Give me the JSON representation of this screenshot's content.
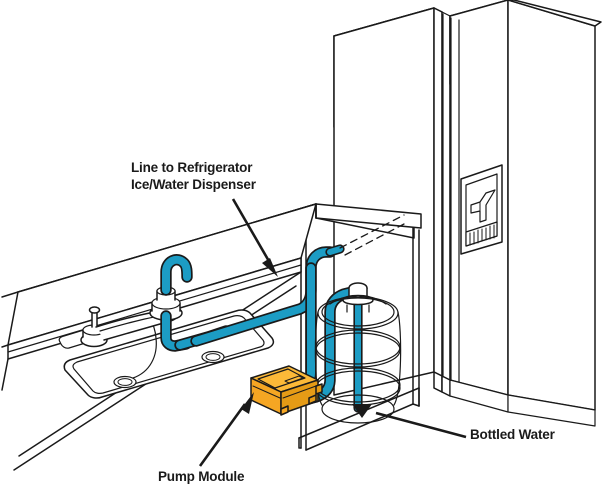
{
  "diagram": {
    "title": "Bottled water pump plumbing to refrigerator ice/water dispenser",
    "type": "isometric-line-art",
    "colors": {
      "outline": "#1a1a1a",
      "tubing_teal": "#1c9cc4",
      "tubing_teal_dark": "#15789a",
      "pump_orange": "#f5a623",
      "pump_orange_dark": "#d98b10",
      "paper_white": "#ffffff",
      "label_text": "#1a1a1a"
    },
    "labels": [
      {
        "id": "line-to-refrigerator",
        "text_line_1": "Line to Refrigerator",
        "text_line_2": "Ice/Water Dispenser",
        "leader": "arrow pointing down-right to teal tube"
      },
      {
        "id": "pump-module",
        "text_line_1": "Pump Module",
        "leader": "arrow pointing up-right to orange pump"
      },
      {
        "id": "bottled-water",
        "text_line_1": "Bottled Water",
        "leader": "plain line to water bottle"
      }
    ],
    "components": [
      "kitchen-countertop",
      "sink-basin",
      "sink-faucet",
      "side-sprayer-faucet",
      "teal-dispenser-faucet",
      "pump-module",
      "water-bottle",
      "dip-tube",
      "teal-tubing",
      "side-by-side-refrigerator",
      "ice-water-dispenser-recess",
      "dispenser-drip-grille"
    ]
  }
}
